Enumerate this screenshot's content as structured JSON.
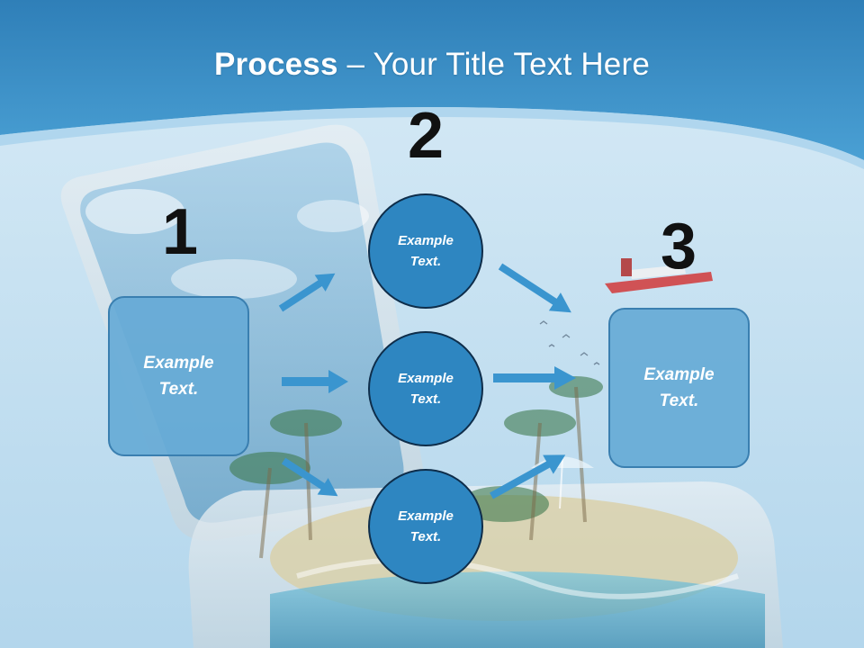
{
  "title": {
    "bold": "Process",
    "rest": " – Your Title Text Here"
  },
  "steps": [
    {
      "number": "1",
      "text": "Example\nText."
    },
    {
      "number": "2",
      "text": "Example\nText."
    },
    {
      "number": "3",
      "text": "Example\nText."
    }
  ],
  "circles": [
    {
      "text": "Example\nText."
    },
    {
      "text": "Example\nText."
    },
    {
      "text": "Example\nText."
    }
  ],
  "colors": {
    "header_band": "#3b8fc7",
    "circle_fill": "#2e86c1",
    "box_fill": "#66aad6",
    "arrow": "#3a95cf"
  }
}
